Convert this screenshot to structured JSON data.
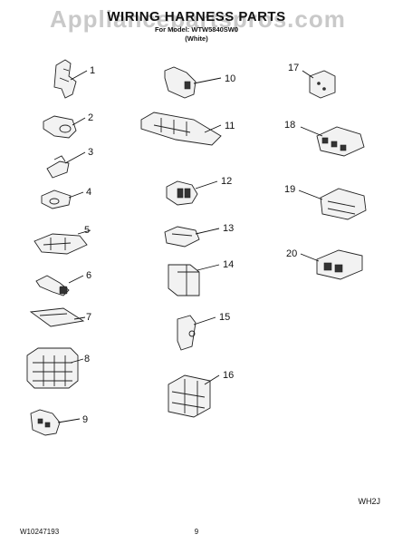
{
  "watermark": "Appliancepartspros.com",
  "title": "WIRING HARNESS PARTS",
  "subtitle_model": "For Model: WTW5840SW0",
  "subtitle_color": "(White)",
  "page_code": "WH2J",
  "doc_number": "W10247193",
  "page_number": "9",
  "parts": [
    {
      "number": "1"
    },
    {
      "number": "2"
    },
    {
      "number": "3"
    },
    {
      "number": "4"
    },
    {
      "number": "5"
    },
    {
      "number": "6"
    },
    {
      "number": "7"
    },
    {
      "number": "8"
    },
    {
      "number": "9"
    },
    {
      "number": "10"
    },
    {
      "number": "11"
    },
    {
      "number": "12"
    },
    {
      "number": "13"
    },
    {
      "number": "14"
    },
    {
      "number": "15"
    },
    {
      "number": "16"
    },
    {
      "number": "17"
    },
    {
      "number": "18"
    },
    {
      "number": "19"
    },
    {
      "number": "20"
    }
  ]
}
